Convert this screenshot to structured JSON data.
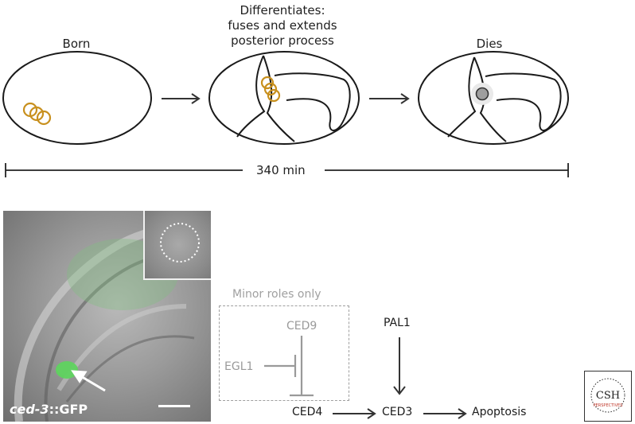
{
  "stages": [
    {
      "label": "Born"
    },
    {
      "label": "Differentiates: fuses and extends posterior process",
      "lines": [
        "Differentiates:",
        "fuses and extends",
        "posterior process"
      ]
    },
    {
      "label": "Dies"
    }
  ],
  "timeline": {
    "label": "340 min"
  },
  "micrograph": {
    "gene": "ced-3",
    "suffix": "::GFP"
  },
  "pathway": {
    "minor_box_label": "Minor roles only",
    "ced9": "CED9",
    "egl1": "EGL1",
    "pal1": "PAL1",
    "ced4": "CED4",
    "ced3": "CED3",
    "apoptosis": "Apoptosis"
  },
  "logo": {
    "line1": "CSH",
    "line2": "PERSPECTIVES"
  },
  "colors": {
    "cell_ring": "#c8901e",
    "dying_cell": "#9e9e9e",
    "gfp": "#5fd35f",
    "minor": "#9a9a9a"
  }
}
